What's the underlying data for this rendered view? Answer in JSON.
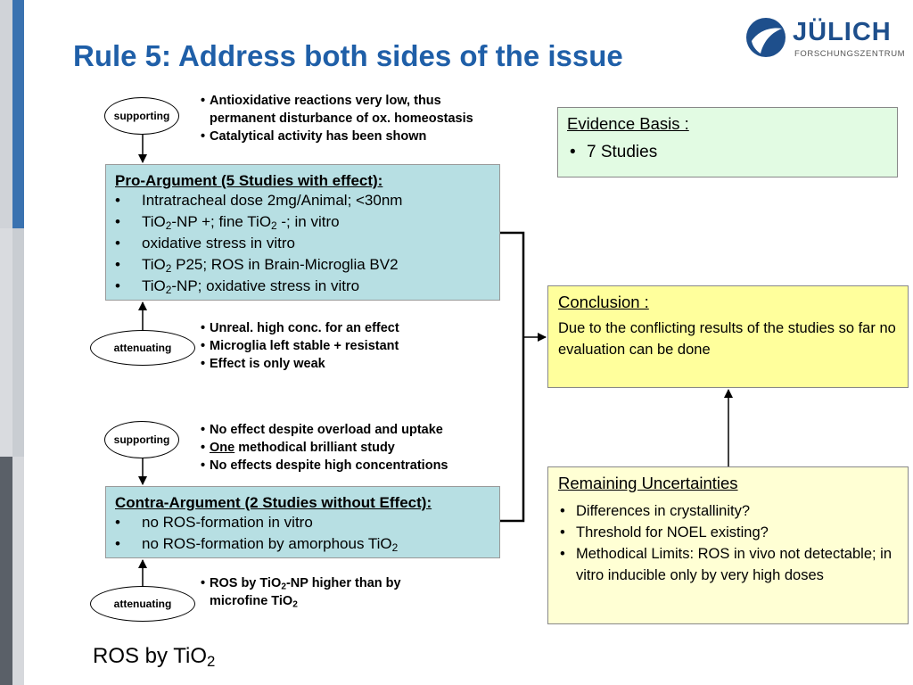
{
  "slide": {
    "title": "Rule 5: Address both sides of the issue",
    "logo": {
      "name": "JÜLICH",
      "subtitle": "FORSCHUNGSZENTRUM"
    },
    "footer": {
      "text": "ROS by TiO",
      "sub": "2"
    }
  },
  "pro": {
    "support_label": "supporting",
    "support_points": [
      "Antioxidative reactions very low, thus",
      "permanent disturbance of ox. homeostasis",
      "Catalytical activity has been shown"
    ],
    "heading": "Pro-Argument (5 Studies with effect):",
    "items": [
      {
        "pre": "Intratracheal dose 2mg/Animal; <30nm"
      },
      {
        "pre": "TiO",
        "sub1": "2",
        "mid": "-NP +; fine TiO",
        "sub2": "2",
        "post": " -; in vitro"
      },
      {
        "pre": "oxidative stress in vitro"
      },
      {
        "pre": "TiO",
        "sub1": "2",
        "mid": " P25; ROS in Brain-Microglia BV2"
      },
      {
        "pre": "TiO",
        "sub1": "2",
        "mid": "-NP; oxidative stress in vitro"
      }
    ],
    "attenuate_label": "attenuating",
    "attenuate_points": [
      "Unreal. high conc. for an effect",
      "Microglia left stable + resistant",
      "Effect is only weak"
    ]
  },
  "contra": {
    "support_label": "supporting",
    "support_points": [
      {
        "text": "No effect despite overload and uptake"
      },
      {
        "emph": "One",
        "text": " methodical brilliant study"
      },
      {
        "text": "No effects despite high concentrations"
      }
    ],
    "heading": "Contra-Argument (2 Studies without Effect):",
    "items": [
      {
        "pre": "no ROS-formation in vitro"
      },
      {
        "pre": "no ROS-formation by amorphous TiO",
        "sub1": "2"
      }
    ],
    "attenuate_label": "attenuating",
    "attenuate_points": {
      "line1_pre": "ROS by TiO",
      "line1_sub": "2",
      "line1_post": "-NP higher than by",
      "line2_pre": "microfine TiO",
      "line2_sub": "2"
    }
  },
  "evidence": {
    "heading": "Evidence Basis :",
    "items": [
      "7 Studies"
    ]
  },
  "conclusion": {
    "heading": "Conclusion :",
    "text": "Due to the conflicting results of the studies so far no evaluation can be done"
  },
  "uncertainties": {
    "heading": "Remaining Uncertainties",
    "items": [
      "Differences in crystallinity?",
      "Threshold for NOEL existing?",
      "Methodical Limits: ROS in vivo not detectable; in vitro inducible only by very high doses"
    ]
  },
  "colors": {
    "title": "#1f5fa8",
    "pro_box": "#b7dfe3",
    "evidence_box": "#e2fbe3",
    "conclusion_box": "#ffff9c",
    "uncertainty_box": "#ffffd4"
  }
}
